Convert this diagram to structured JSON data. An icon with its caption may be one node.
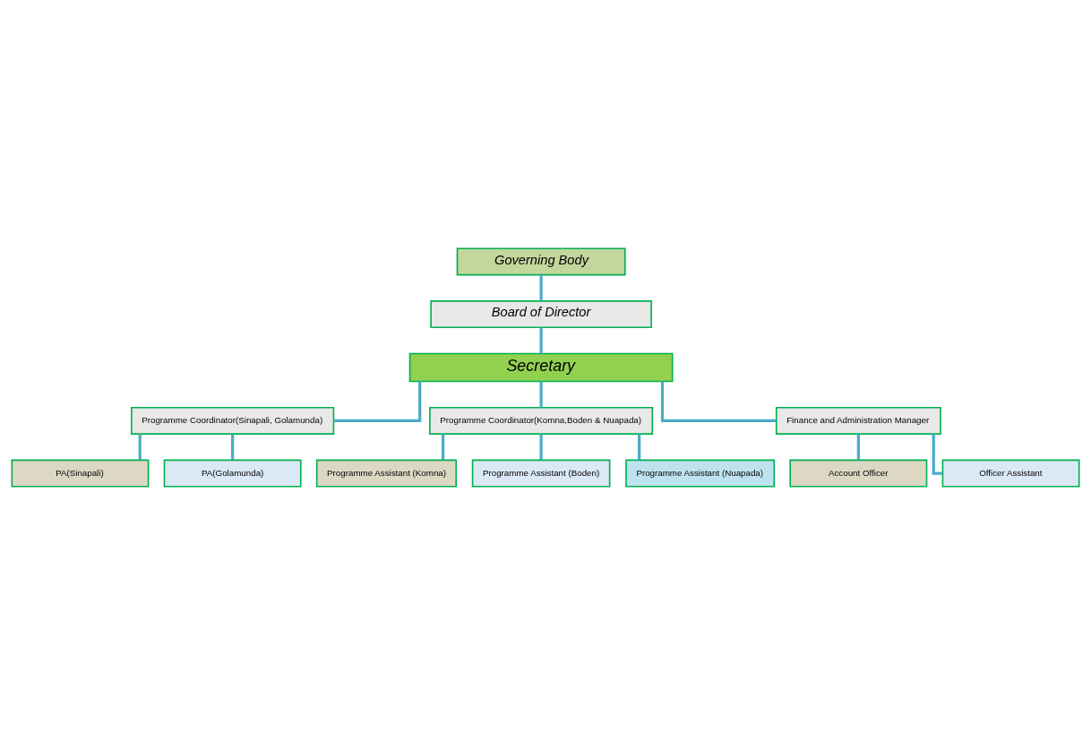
{
  "diagram": {
    "nodes": [
      {
        "text": [
          "Governing Body"
        ]
      },
      {
        "text": [
          "Board of Director"
        ]
      },
      {
        "text": [
          "Secretary"
        ]
      },
      {
        "text": [
          "Programme Coordinator(Sinapali, Golamunda)"
        ]
      },
      {
        "text": [
          "Programme Coordinator(Komna,Boden & Nuapada)"
        ]
      },
      {
        "text": [
          "Finance and Administration Manager"
        ]
      },
      {
        "text": [
          "PA(Sinapali)"
        ]
      },
      {
        "text": [
          "PA(Golamunda)"
        ]
      },
      {
        "text": [
          "Programme Assistant (Komna)"
        ]
      },
      {
        "text": [
          "Programme Assistant (Boden)"
        ]
      },
      {
        "text": [
          "Programme Assistant (Nuapada)"
        ]
      },
      {
        "text": [
          "Account Officer"
        ]
      },
      {
        "text": [
          "Officer Assistant"
        ]
      }
    ],
    "edges": [
      {
        "from": 0,
        "to": 1,
        "arrow": "none"
      },
      {
        "from": 1,
        "to": 2,
        "arrow": "none"
      },
      {
        "from": 2,
        "to": 3,
        "arrow": "none"
      },
      {
        "from": 2,
        "to": 4,
        "arrow": "none"
      },
      {
        "from": 2,
        "to": 5,
        "arrow": "none"
      },
      {
        "from": 3,
        "to": 6,
        "arrow": "none"
      },
      {
        "from": 3,
        "to": 7,
        "arrow": "none"
      },
      {
        "from": 4,
        "to": 8,
        "arrow": "none"
      },
      {
        "from": 4,
        "to": 9,
        "arrow": "none"
      },
      {
        "from": 4,
        "to": 10,
        "arrow": "none"
      },
      {
        "from": 5,
        "to": 11,
        "arrow": "none"
      },
      {
        "from": 5,
        "to": 12,
        "arrow": "none"
      }
    ]
  }
}
